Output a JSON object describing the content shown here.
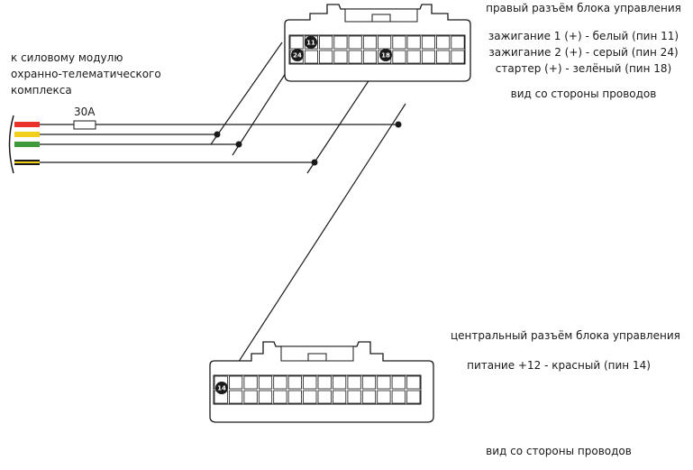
{
  "colors": {
    "red": "#e8322b",
    "yellow": "#f2cf1b",
    "green": "#3f9a3c",
    "black": "#1a1a1a"
  },
  "left_label": [
    "к силовому модулю",
    "охранно-телематического",
    "комплекса"
  ],
  "fuse_label": "30A",
  "right_connector": {
    "title": "правый разъём блока управления",
    "lines": [
      "зажигание 1 (+) - белый (пин 11)",
      "зажигание 2 (+) - серый (пин 24)",
      "стартер (+) - зелёный (пин 18)"
    ],
    "view": "вид со стороны проводов",
    "pins": [
      "11",
      "24",
      "18"
    ]
  },
  "central_connector": {
    "title": "центральный разъём блока управления",
    "lines": [
      "питание +12 - красный (пин 14)"
    ],
    "view": "вид со стороны проводов",
    "pins": [
      "14"
    ]
  }
}
